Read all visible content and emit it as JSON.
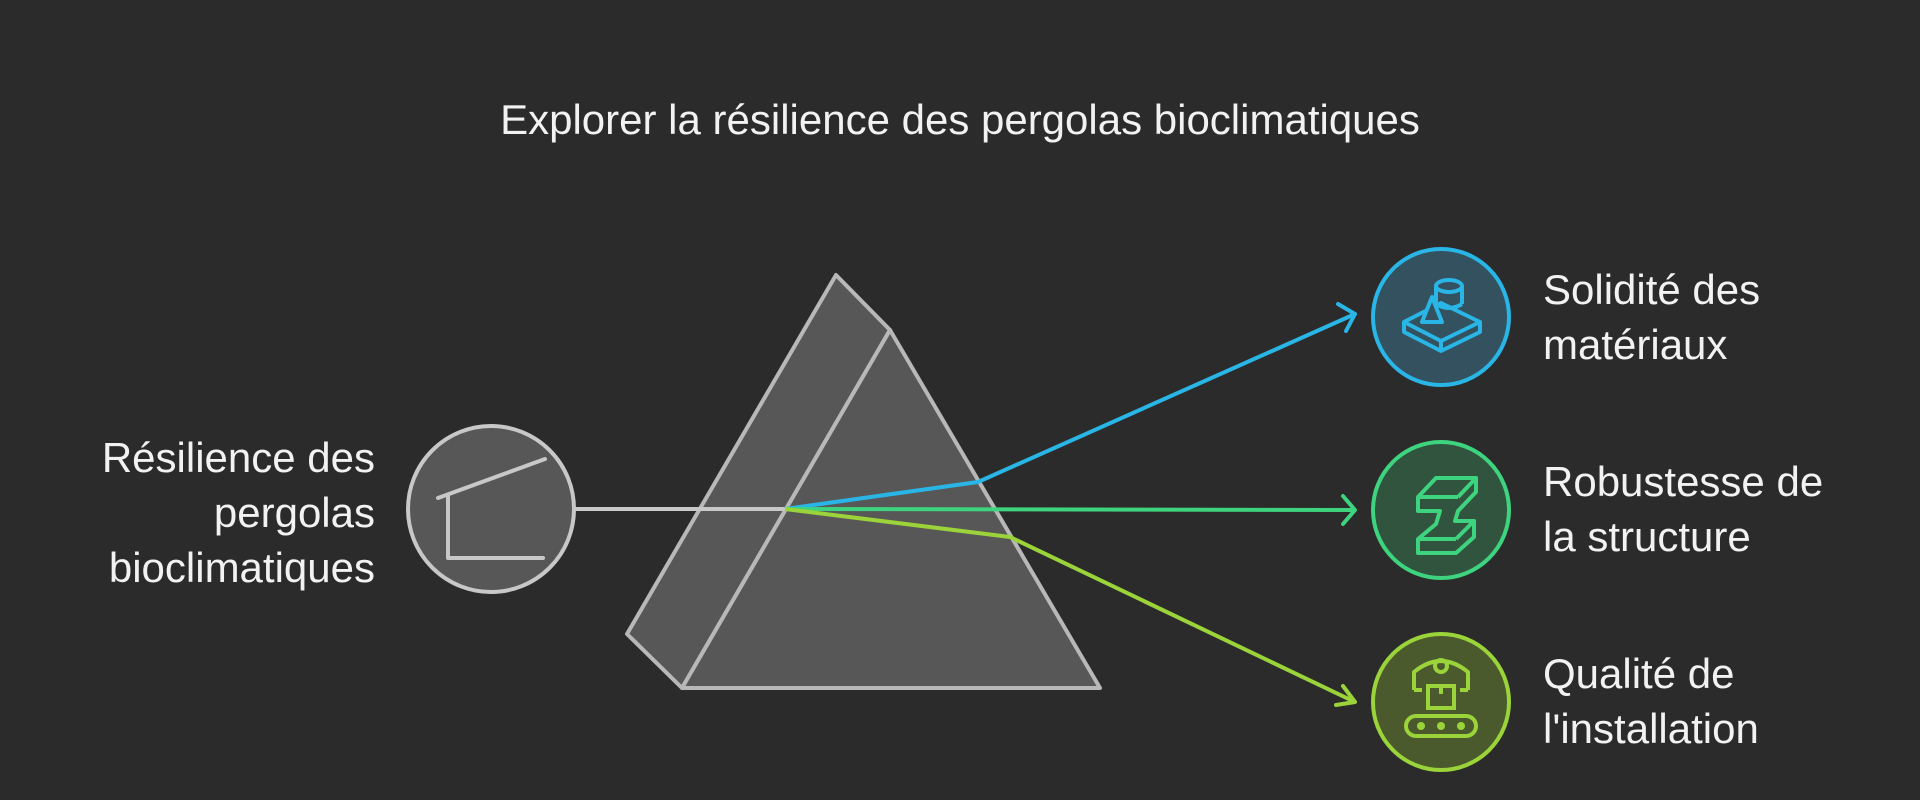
{
  "title": "Explorer la résilience des pergolas bioclimatiques",
  "source": {
    "label_lines": [
      "Résilience des",
      "pergolas",
      "bioclimatiques"
    ],
    "icon": "pergola-icon"
  },
  "outputs": [
    {
      "label_lines": [
        "Solidité des",
        "matériaux"
      ],
      "icon": "material-solidity-icon",
      "color": "#29b6e6"
    },
    {
      "label_lines": [
        "Robustesse de",
        "la structure"
      ],
      "icon": "steel-beam-icon",
      "color": "#3ed37e"
    },
    {
      "label_lines": [
        "Qualité de",
        "l'installation"
      ],
      "icon": "robotic-assembly-icon",
      "color": "#9bd43a"
    }
  ],
  "colors": {
    "background": "#2b2b2b",
    "prism_fill": "#575757",
    "prism_stroke": "#b8b8b8"
  }
}
